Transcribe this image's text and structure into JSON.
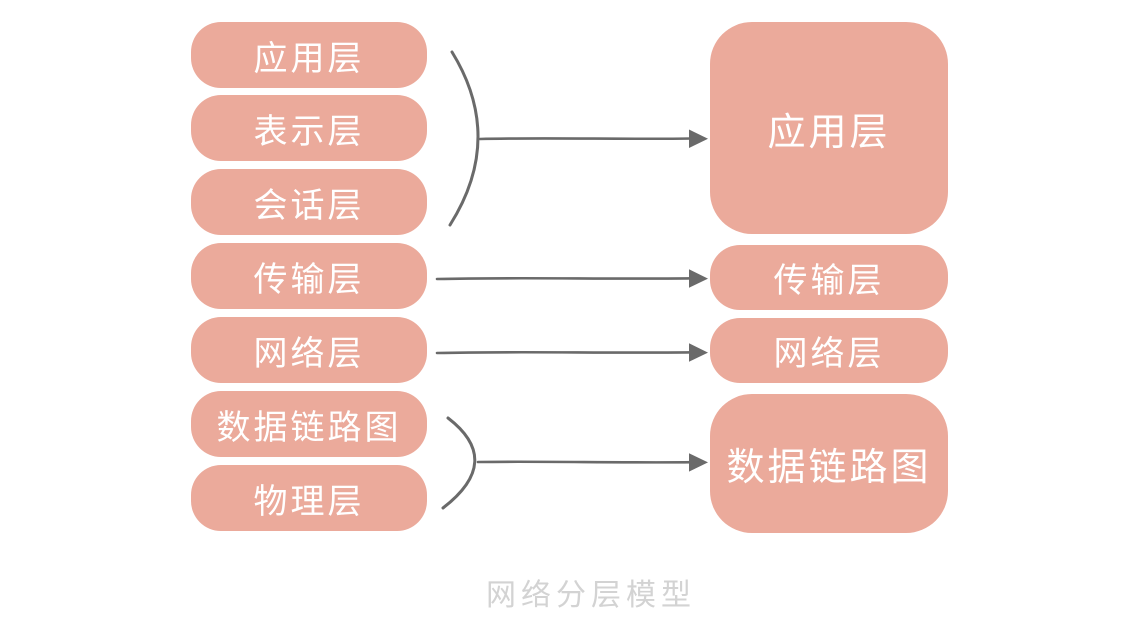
{
  "diagram": {
    "caption": "网络分层模型",
    "left_column": {
      "items": [
        {
          "label": "应用层"
        },
        {
          "label": "表示层"
        },
        {
          "label": "会话层"
        },
        {
          "label": "传输层"
        },
        {
          "label": "网络层"
        },
        {
          "label": "数据链路图"
        },
        {
          "label": "物理层"
        }
      ]
    },
    "right_column": {
      "items": [
        {
          "label": "应用层"
        },
        {
          "label": "传输层"
        },
        {
          "label": "网络层"
        },
        {
          "label": "数据链路图"
        }
      ]
    },
    "connections": [
      {
        "from": [
          "应用层",
          "表示层",
          "会话层"
        ],
        "to": "应用层",
        "type": "brace-arrow"
      },
      {
        "from": [
          "传输层"
        ],
        "to": "传输层",
        "type": "arrow"
      },
      {
        "from": [
          "网络层"
        ],
        "to": "网络层",
        "type": "arrow"
      },
      {
        "from": [
          "数据链路图",
          "物理层"
        ],
        "to": "数据链路图",
        "type": "brace-arrow"
      }
    ],
    "colors": {
      "box_fill": "#ebaa9b",
      "box_text": "#ffffff",
      "connector": "#6a6a6a",
      "caption": "#d3d3d3",
      "background": "#ffffff"
    }
  }
}
